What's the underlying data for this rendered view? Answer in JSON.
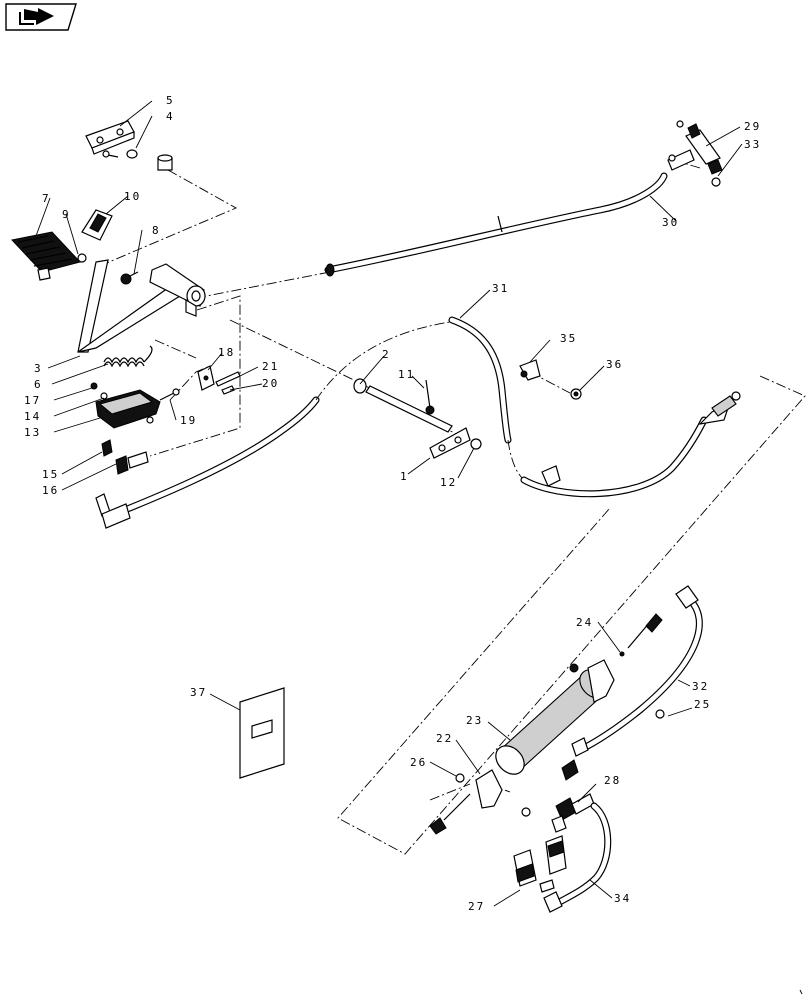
{
  "nav": {
    "icon": "arrow-right-icon"
  },
  "callouts": {
    "c1": "1",
    "c2": "2",
    "c3": "3",
    "c4": "4",
    "c5": "5",
    "c6": "6",
    "c7": "7",
    "c8": "8",
    "c9": "9",
    "c10": "10",
    "c11": "11",
    "c12": "12",
    "c13": "13",
    "c14": "14",
    "c15": "15",
    "c16": "16",
    "c17": "17",
    "c18": "18",
    "c19": "19",
    "c20": "20",
    "c21": "21",
    "c22": "22",
    "c23": "23",
    "c24": "24",
    "c25": "25",
    "c26": "26",
    "c27": "27",
    "c28": "28",
    "c29": "29",
    "c30": "30",
    "c31": "31",
    "c32": "32",
    "c33": "33",
    "c34": "34",
    "c35": "35",
    "c36": "36",
    "c37": "37"
  }
}
